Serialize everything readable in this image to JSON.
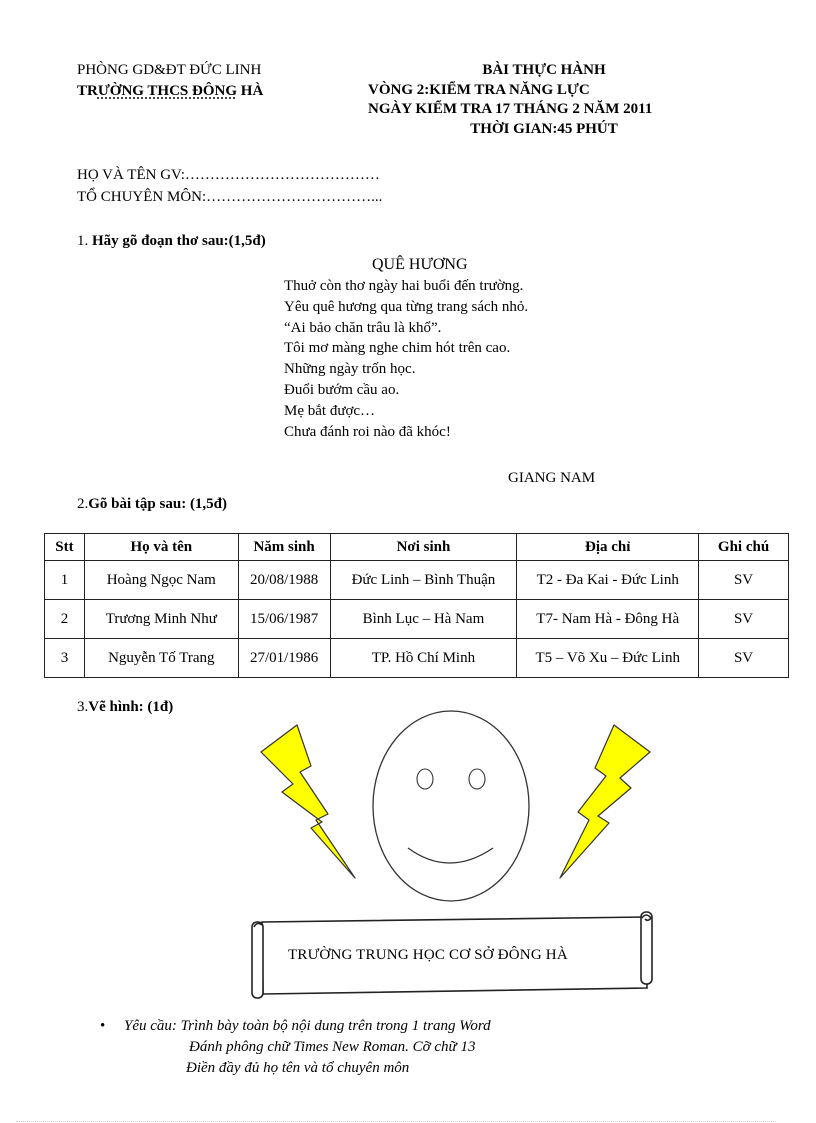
{
  "header": {
    "left": {
      "department": "PHÒNG GD&ĐT ĐỨC LINH",
      "school_prefix": "TR",
      "school_underlined": "ƯỜNG THCS ĐÔNG",
      "school_suffix": " HÀ"
    },
    "right": {
      "title": "BÀI THỰC HÀNH",
      "round": "VÒNG 2:KIỂM TRA NĂNG LỰC",
      "date": "NGÀY KIỂM TRA 17 THÁNG 2 NĂM 2011",
      "duration": "THỜI GIAN:45 PHÚT"
    }
  },
  "info_fields": {
    "teacher_name": "HỌ VÀ TÊN GV:…………………………………",
    "department": "TỔ CHUYÊN MÔN:……………………………..."
  },
  "question1": {
    "number": "1.",
    "label": "Hãy gõ đoạn thơ sau:(1,5đ)",
    "poem_title": "QUÊ HƯƠNG",
    "poem_lines": [
      "Thuở còn thơ ngày hai buổi đến trường.",
      "Yêu quê hương qua từng trang sách nhỏ.",
      "“Ai bảo chăn trâu là khổ”.",
      "Tôi mơ màng nghe chim hót trên cao.",
      "Những ngày trốn học.",
      "Đuổi bướm cầu ao.",
      "Mẹ bắt được…",
      "Chưa đánh roi nào đã khóc!"
    ],
    "author": "GIANG NAM"
  },
  "question2": {
    "number": "2.",
    "label": "Gõ bài tập sau: (1,5đ)",
    "table": {
      "headers": [
        "Stt",
        "Họ và tên",
        "Năm sinh",
        "Nơi sinh",
        "Địa chỉ",
        "Ghi chú"
      ],
      "rows": [
        [
          "1",
          "Hoàng Ngọc Nam",
          "20/08/1988",
          "Đức Linh – Bình Thuận",
          "T2 - Đa Kai - Đức Linh",
          "SV"
        ],
        [
          "2",
          "Trương Minh Như",
          "15/06/1987",
          "Bình Lục – Hà Nam",
          "T7- Nam Hà - Đông Hà",
          "SV"
        ],
        [
          "3",
          "Nguyễn Tố Trang",
          "27/01/1986",
          "TP. Hồ Chí Minh",
          "T5 – Võ Xu – Đức Linh",
          "SV"
        ]
      ]
    }
  },
  "question3": {
    "number": "3.",
    "label": "Vẽ hình: (1đ)",
    "drawing": {
      "left_shape": "lightning-bolt",
      "center_shape": "smiley-face",
      "right_shape": "lightning-bolt",
      "bolt_fill": "#ffff00",
      "bolt_stroke": "#333333",
      "banner_text": "TRƯỜNG TRUNG HỌC CƠ SỞ ĐÔNG HÀ"
    }
  },
  "requirements": {
    "bullet": "•",
    "lines": [
      "Yêu cầu: Trình bày toàn bộ nội dung trên trong 1 trang Word",
      "Đánh phông chữ Times New Roman. Cỡ chữ 13",
      "Điền đầy đủ họ tên và tổ chuyên môn"
    ]
  }
}
